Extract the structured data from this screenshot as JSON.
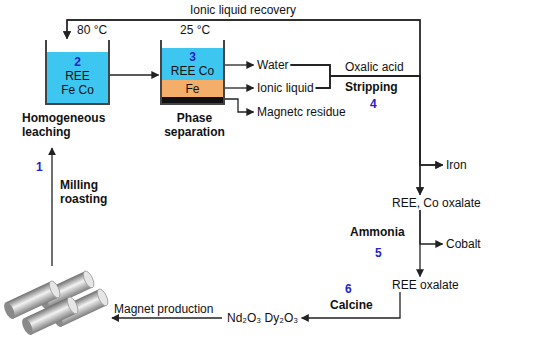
{
  "diagram": {
    "nodes": [
      {
        "text": [
          "80 °C",
          "Homogeneous leaching"
        ]
      },
      {
        "text": [
          "2",
          "REE Fe Co"
        ],
        "in": 0
      },
      {
        "text": [
          "25 °C",
          "Phase separation"
        ]
      },
      {
        "text": [
          "3",
          "REE Co"
        ],
        "in": 2
      },
      {
        "text": [
          "Fe"
        ],
        "in": 2
      },
      {
        "text": [
          "Water"
        ]
      },
      {
        "text": [
          "Ionic liquid"
        ]
      },
      {
        "text": [
          "Magnetc residue"
        ]
      },
      {
        "text": [
          "Iron"
        ]
      },
      {
        "text": [
          "REE, Co oxalate"
        ]
      },
      {
        "text": [
          "Cobalt"
        ]
      },
      {
        "text": [
          "REE oxalate"
        ]
      },
      {
        "text": [
          "Nd₂O₃ Dy₂O₃"
        ]
      }
    ],
    "edges": [
      {
        "from": 0,
        "to": 2,
        "arrow": "to"
      },
      {
        "from": 3,
        "to": 5,
        "arrow": "to"
      },
      {
        "from": 4,
        "to": 6,
        "arrow": "to"
      },
      {
        "from": 2,
        "to": 7,
        "arrow": "to"
      },
      {
        "from": 5,
        "to": 0,
        "arrow": "to"
      },
      {
        "from": 6,
        "to": 0,
        "label": "Ionic liquid recovery",
        "arrow": "to"
      },
      {
        "from": 5,
        "to": 8,
        "arrow": "to"
      },
      {
        "from": 6,
        "to": 8,
        "arrow": "to"
      },
      {
        "from": 5,
        "to": 9,
        "arrow": "to"
      },
      {
        "from": 6,
        "to": 9,
        "arrow": "to"
      },
      {
        "from": 9,
        "to": 10,
        "arrow": "to"
      },
      {
        "from": 9,
        "to": 11,
        "arrow": "to"
      },
      {
        "from": 11,
        "to": 12,
        "arrow": "to"
      }
    ],
    "labels": [
      "Oxalic acid",
      "Stripping",
      "4",
      "Ammonia",
      "5",
      "Calcine",
      "6",
      "Magnet production",
      "1",
      "Milling roasting"
    ]
  }
}
